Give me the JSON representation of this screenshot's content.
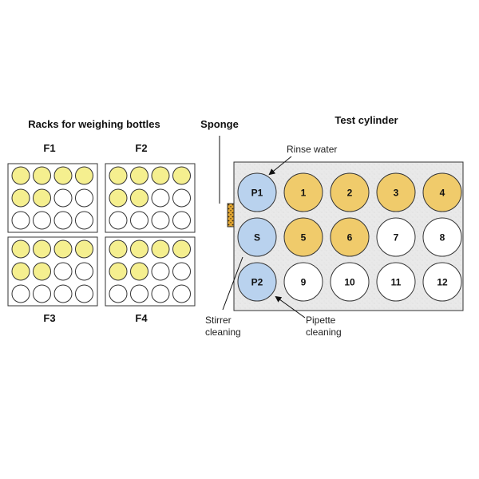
{
  "titles": {
    "racks": "Racks for weighing bottles",
    "sponge": "Sponge",
    "cylinder": "Test cylinder"
  },
  "racks": [
    {
      "label": "F1",
      "filled": 6
    },
    {
      "label": "F2",
      "filled": 6
    },
    {
      "label": "F3",
      "filled": 6
    },
    {
      "label": "F4",
      "filled": 6
    }
  ],
  "cylinder": {
    "rows": [
      [
        {
          "label": "P1",
          "type": "blue"
        },
        {
          "label": "1",
          "type": "orange"
        },
        {
          "label": "2",
          "type": "orange"
        },
        {
          "label": "3",
          "type": "orange"
        },
        {
          "label": "4",
          "type": "orange"
        }
      ],
      [
        {
          "label": "S",
          "type": "blue"
        },
        {
          "label": "5",
          "type": "orange"
        },
        {
          "label": "6",
          "type": "orange"
        },
        {
          "label": "7",
          "type": "white"
        },
        {
          "label": "8",
          "type": "white"
        }
      ],
      [
        {
          "label": "P2",
          "type": "blue"
        },
        {
          "label": "9",
          "type": "white"
        },
        {
          "label": "10",
          "type": "white"
        },
        {
          "label": "11",
          "type": "white"
        },
        {
          "label": "12",
          "type": "white"
        }
      ]
    ]
  },
  "annotations": {
    "rinse": "Rinse water",
    "stirrer_line1": "Stirrer",
    "stirrer_line2": "cleaning",
    "pipette_line1": "Pipette",
    "pipette_line2": "cleaning"
  },
  "colors": {
    "yellow": "#f5ef8f",
    "orange": "#f0cb6b",
    "blue": "#b9d2ee",
    "white": "#ffffff",
    "cylinder_bg": "#e9e9e9",
    "sponge": "#e1a530"
  }
}
